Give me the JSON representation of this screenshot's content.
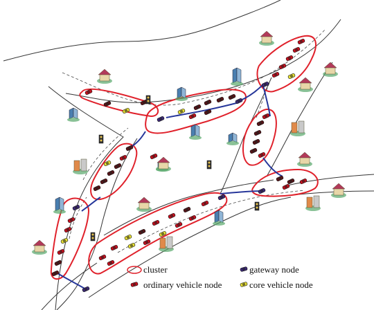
{
  "legend": {
    "cluster": "cluster",
    "gateway": "gateway node",
    "ordinary": "ordinary vehicle node",
    "core": "core vehicle node"
  },
  "colors": {
    "road": "#333333",
    "cluster_outline": "#e0212b",
    "link": "#26369a",
    "ordinary_car": "#c8101e",
    "core_car": "#e8e034",
    "gateway_car": "#3d2a78",
    "dark_car": "#5a1418"
  },
  "icons": [
    "building-icon",
    "house-icon",
    "traffic-light-icon",
    "car-icon"
  ]
}
